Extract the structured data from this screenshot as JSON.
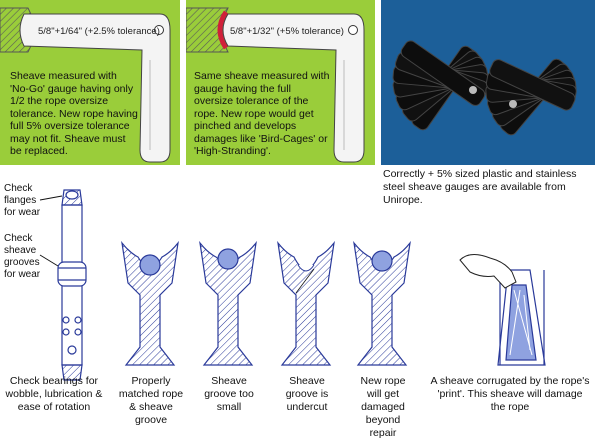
{
  "panel1": {
    "gauge_label": "5/8\"+1/64\" (+2.5% tolerance)",
    "description": "Sheave measured with 'No-Go' gauge having only 1/2 the rope oversize tolerance. New rope having full 5% oversize tolerance may not fit. Sheave must be replaced."
  },
  "panel2": {
    "gauge_label": "5/8\"+1/32\" (+5% tolerance)",
    "description": "Same sheave measured with gauge having the full oversize tolerance of the rope. New rope would get pinched and develops damages like 'Bird-Cages' or 'High-Stranding'."
  },
  "panel3": {
    "availability_text": "Correctly + 5% sized plastic and stainless steel sheave gauges are available from Unirope."
  },
  "side_labels": {
    "flanges": "Check flanges for wear",
    "grooves": "Check sheave grooves for wear"
  },
  "captions": {
    "bearings": "Check bearings for wobble, lubrication & ease of rotation",
    "properly": "Properly matched rope & sheave groove",
    "too_small": "Sheave groove too small",
    "undercut": "Sheave groove is undercut",
    "new_rope": "New rope will get damaged beyond repair",
    "corrugated": "A sheave corrugated by the rope's 'print'. This sheave will damage the rope"
  },
  "colors": {
    "panel_green": "#9acd3a",
    "diagram_blue": "#2a3a9a",
    "rope_fill": "#8fa2e0",
    "gauge_red": "#d0203a"
  }
}
